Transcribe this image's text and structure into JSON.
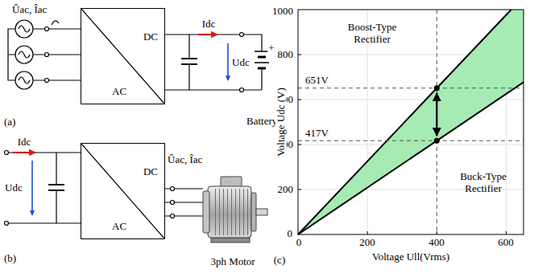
{
  "diagram": {
    "nodes": [
      {
        "text": [
          "DC",
          "AC"
        ]
      },
      {
        "text": [
          "Battery"
        ]
      },
      {
        "text": [
          "DC",
          "AC"
        ]
      },
      {
        "text": [
          "3ph Motor"
        ]
      }
    ],
    "edges": [
      {
        "from": 0,
        "to": 1,
        "arrow": "none"
      },
      {
        "from": 2,
        "to": 3,
        "arrow": "none"
      }
    ],
    "labels": [
      "(a)",
      "Ûac, Îac",
      "Idc",
      "Udc",
      "+",
      "(b)",
      "Idc",
      "Udc",
      "Ûac, Îac",
      "(c)",
      "1000",
      "800",
      "600",
      "400",
      "200",
      "0",
      "0",
      "200",
      "400",
      "600",
      "651V",
      "417V",
      "Boost-Type Rectifier",
      "Buck-Type Rectifier",
      "Voltage Udc (V)",
      "Voltage Ull(Vrms)"
    ]
  }
}
